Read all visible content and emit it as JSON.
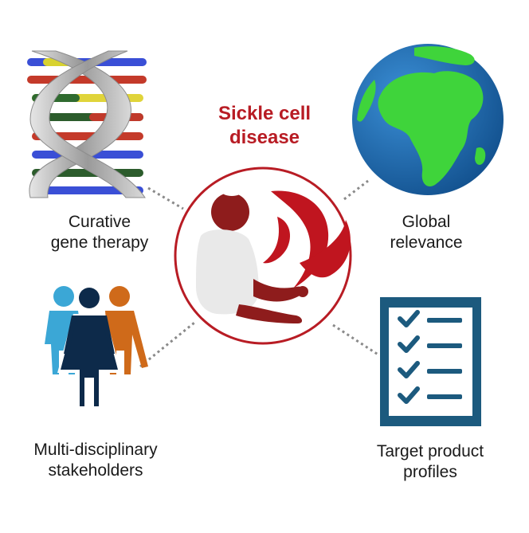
{
  "center": {
    "title_line1": "Sickle cell",
    "title_line2": "disease",
    "icon": "child-with-sickle-cells-icon"
  },
  "nodes": [
    {
      "line1": "Curative",
      "line2": "gene therapy",
      "icon": "dna-double-helix-icon"
    },
    {
      "line1": "Global",
      "line2": "relevance",
      "icon": "globe-icon"
    },
    {
      "line1": "Multi-disciplinary",
      "line2": "stakeholders",
      "icon": "people-group-icon"
    },
    {
      "line1": "Target product",
      "line2": "profiles",
      "icon": "checklist-icon"
    }
  ],
  "colors": {
    "accent": "#b81c24",
    "cell_red": "#c0151f",
    "child_skin": "#8e1c1c",
    "ocean": "#1d6fb8",
    "land": "#3fd43b",
    "checklist": "#1c5a7e",
    "person_left": "#3ba7d6",
    "person_center": "#0d2a4a",
    "person_right": "#cf6a1a",
    "connector": "#8a8a8a"
  }
}
